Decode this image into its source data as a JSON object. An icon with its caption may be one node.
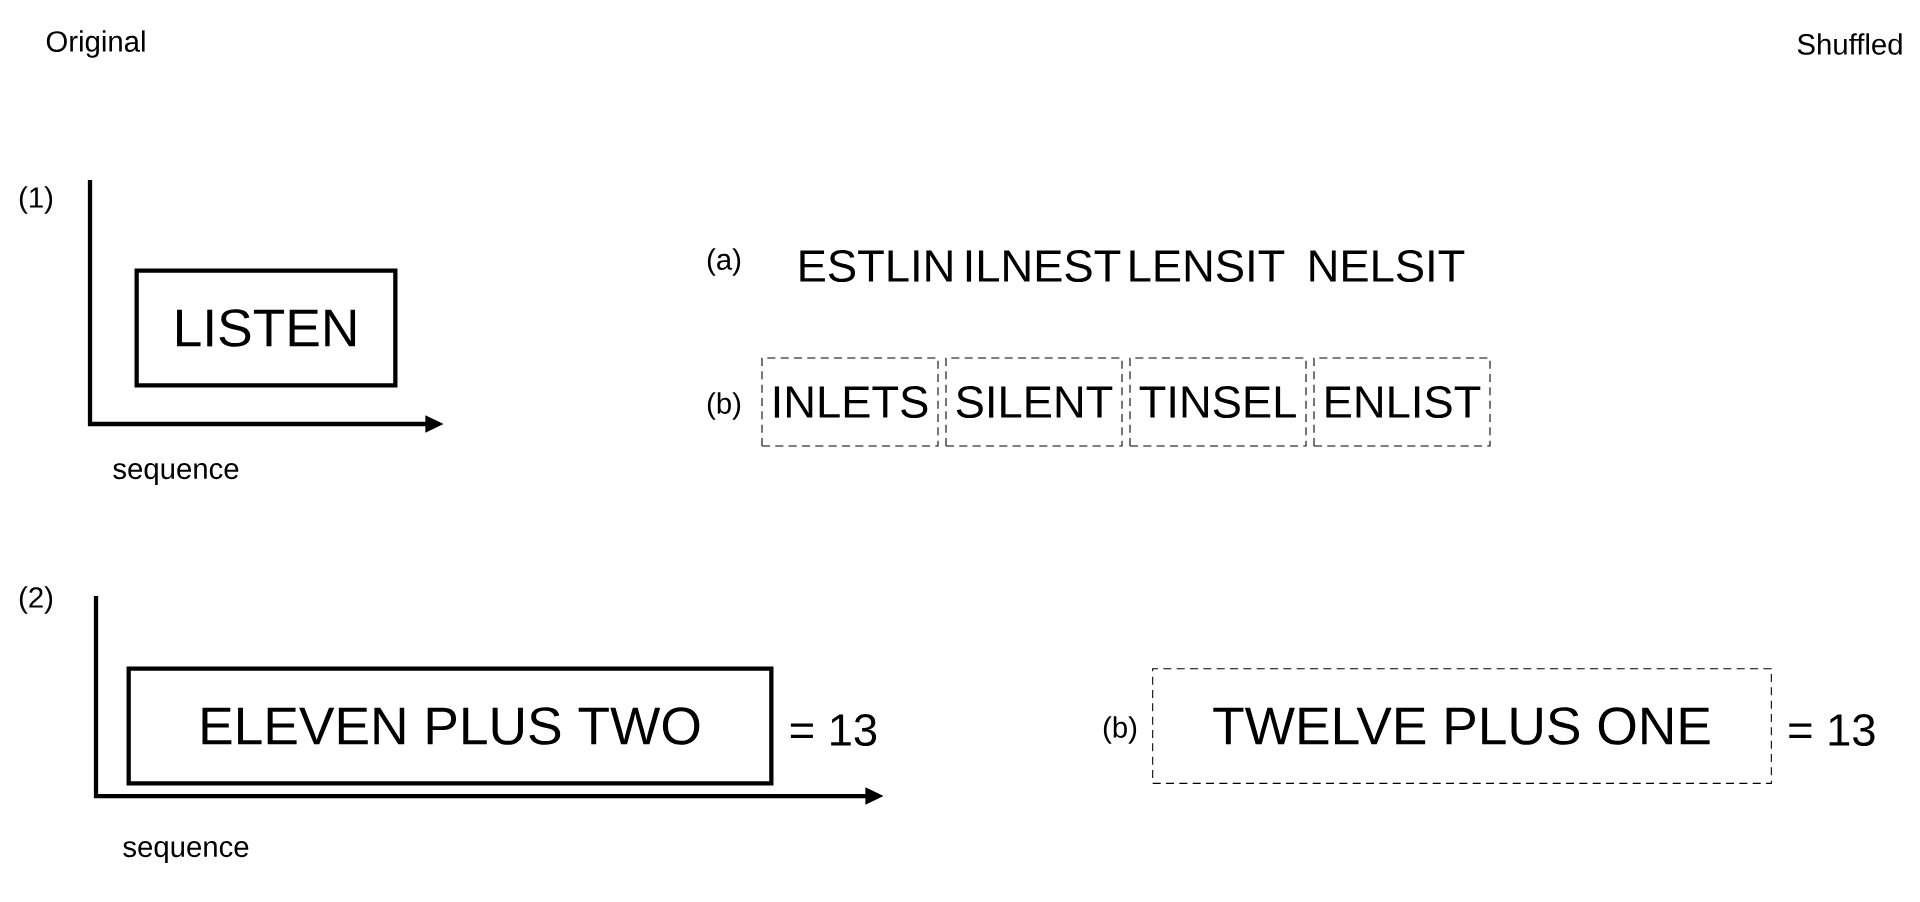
{
  "diagram": {
    "nodes": [
      {
        "text": [
          "LISTEN"
        ]
      },
      {
        "text": [
          "INLETS"
        ]
      },
      {
        "text": [
          "SILENT"
        ]
      },
      {
        "text": [
          "TINSEL"
        ]
      },
      {
        "text": [
          "ENLIST"
        ]
      },
      {
        "text": [
          "ELEVEN PLUS TWO"
        ],
        "beside": [
          "= 13"
        ]
      },
      {
        "text": [
          "TWELVE PLUS ONE"
        ],
        "beside": [
          "= 13"
        ]
      }
    ],
    "edges": [],
    "labels": [
      "Original",
      "Shuffled",
      "(1)",
      "(a)",
      "ESTLIN",
      "ILNEST",
      "LENSIT",
      "NELSIT",
      "(b)",
      "sequence",
      "(2)",
      "(b)",
      "sequence"
    ]
  }
}
